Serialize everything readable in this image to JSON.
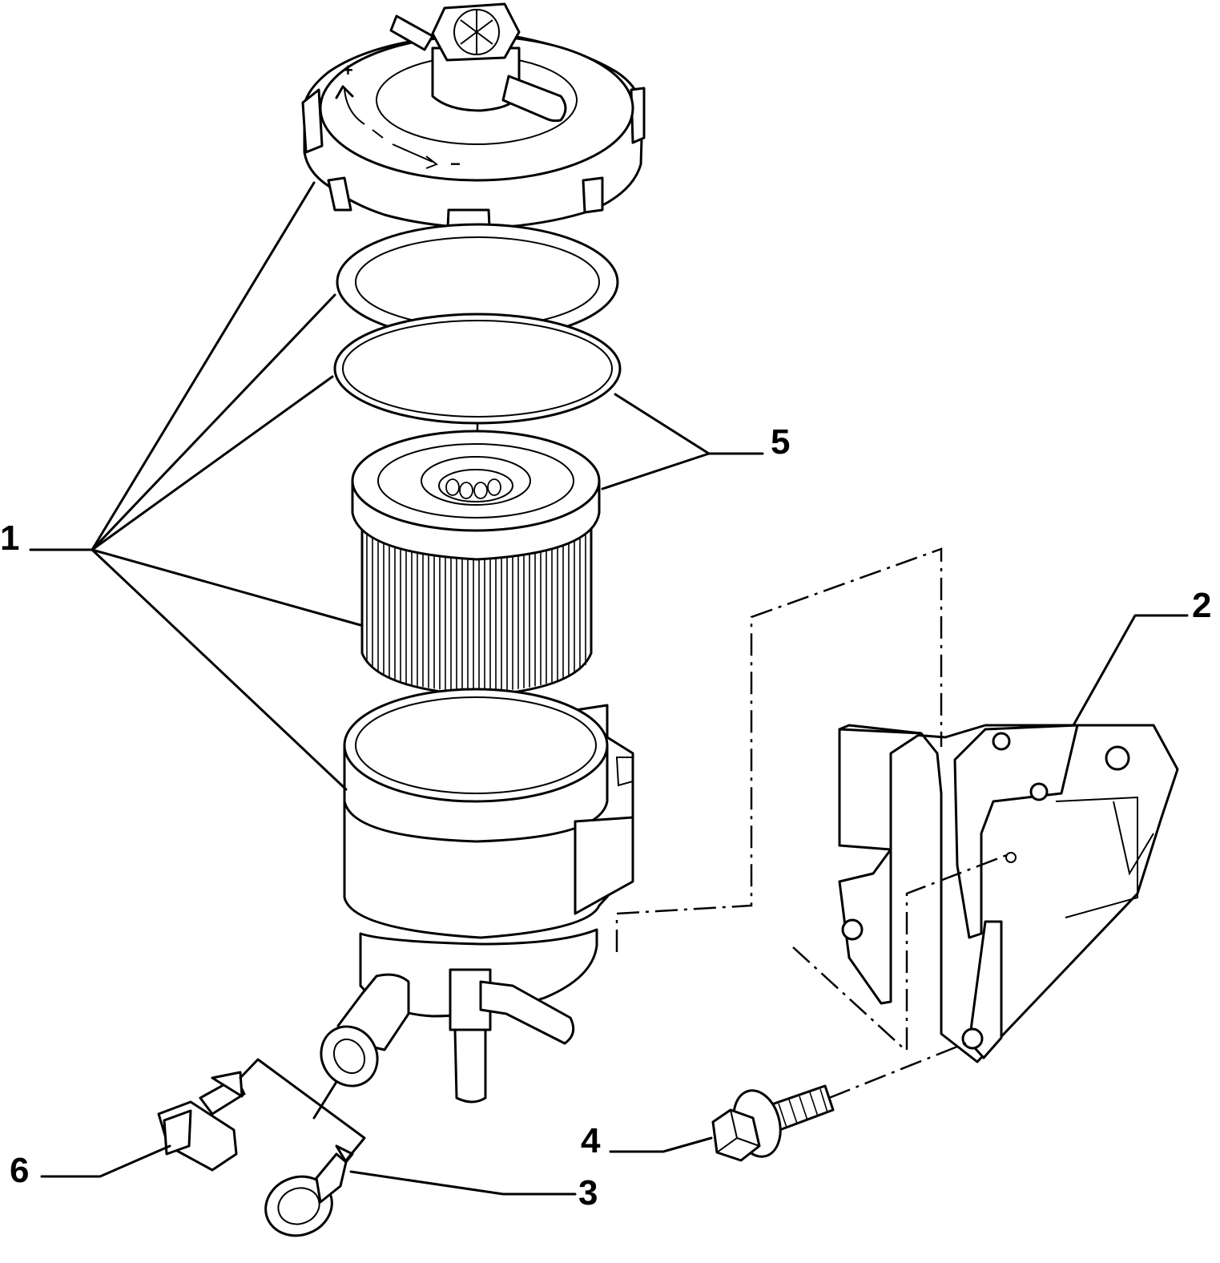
{
  "callouts": [
    {
      "id": "1",
      "label": "1"
    },
    {
      "id": "2",
      "label": "2"
    },
    {
      "id": "3",
      "label": "3"
    },
    {
      "id": "4",
      "label": "4"
    },
    {
      "id": "5",
      "label": "5"
    },
    {
      "id": "6",
      "label": "6"
    }
  ],
  "cap_symbols": {
    "plus": "+",
    "minus": "−"
  }
}
